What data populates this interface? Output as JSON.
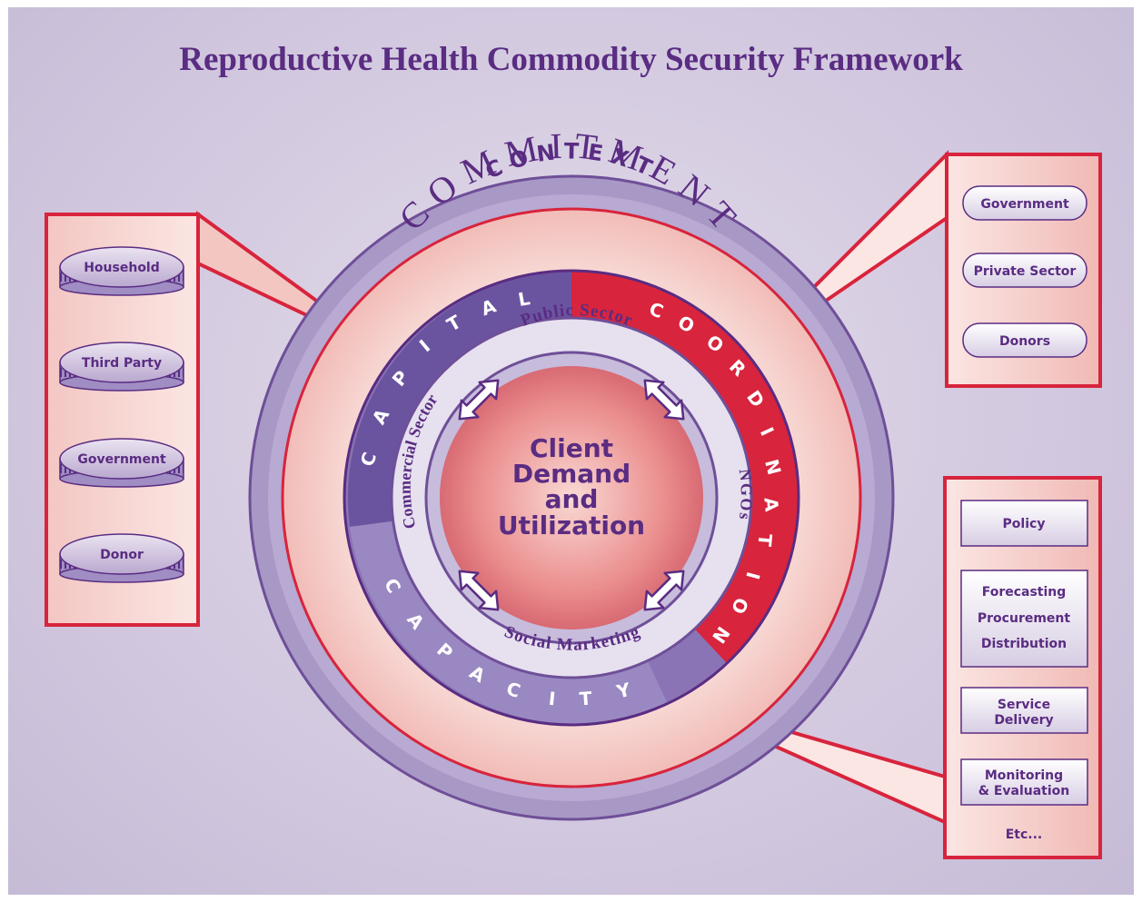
{
  "title": "Reproductive Health Commodity Security Framework",
  "rings": {
    "context": "CONTEXT",
    "commitment": "COMMITMENT",
    "capital": "CAPITAL",
    "coordination": "COORDINATION",
    "capacity": "CAPACITY"
  },
  "sectors": {
    "public": "Public Sector",
    "commercial": "Commercial Sector",
    "ngos": "NGOs",
    "social": "Social Marketing"
  },
  "center": {
    "lines": [
      "Client",
      "Demand",
      "and",
      "Utilization"
    ]
  },
  "left_panel": {
    "items": [
      "Household",
      "Third Party",
      "Government",
      "Donor"
    ]
  },
  "right_top_panel": {
    "items": [
      "Government",
      "Private Sector",
      "Donors"
    ]
  },
  "right_bottom_panel": {
    "boxes": [
      {
        "lines": [
          "Policy"
        ]
      },
      {
        "lines": [
          "Forecasting",
          "Procurement",
          "Distribution"
        ]
      },
      {
        "lines": [
          "Service",
          "Delivery"
        ]
      },
      {
        "lines": [
          "Monitoring",
          "& Evaluation"
        ]
      }
    ],
    "etc": "Etc..."
  },
  "colors": {
    "purple": "#5a2c82",
    "red": "#d8243c",
    "pink": "#f6c9c6",
    "lavender": "#d2c8df"
  }
}
